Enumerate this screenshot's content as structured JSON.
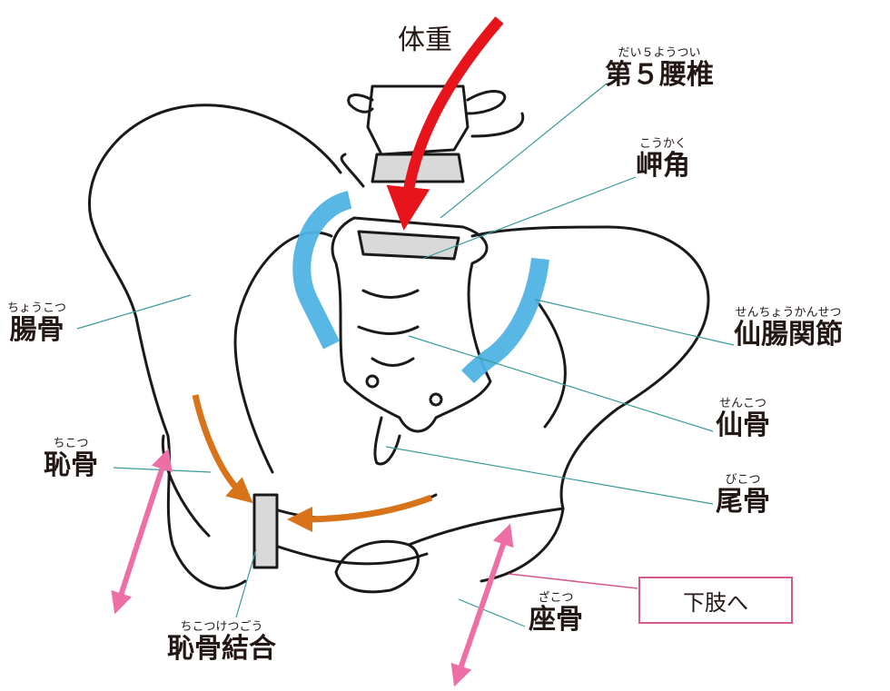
{
  "labels": {
    "body_weight": {
      "text": "体重"
    },
    "l5": {
      "furigana": "だい５ようつい",
      "text": "第５腰椎"
    },
    "promontory": {
      "furigana": "こうかく",
      "text": "岬角"
    },
    "ilium": {
      "furigana": "ちょうこつ",
      "text": "腸骨"
    },
    "si_joint": {
      "furigana": "せんちょうかんせつ",
      "text": "仙腸関節"
    },
    "sacrum": {
      "furigana": "せんこつ",
      "text": "仙骨"
    },
    "pubis": {
      "furigana": "ちこつ",
      "text": "恥骨"
    },
    "coccyx": {
      "furigana": "びこつ",
      "text": "尾骨"
    },
    "ischium": {
      "furigana": "ざこつ",
      "text": "座骨"
    },
    "symphysis": {
      "furigana": "ちこつけつごう",
      "text": "恥骨結合"
    }
  },
  "to_legs_box": {
    "text": "下肢へ"
  },
  "colors": {
    "weight_arrow": "#e8141c",
    "force_arrow": "#d9731a",
    "leg_arrow": "#ee6fa5",
    "joint_highlight": "#4fb3e3",
    "leader_line": "#3a9a9a",
    "bone_outline": "#1a1a1a"
  }
}
